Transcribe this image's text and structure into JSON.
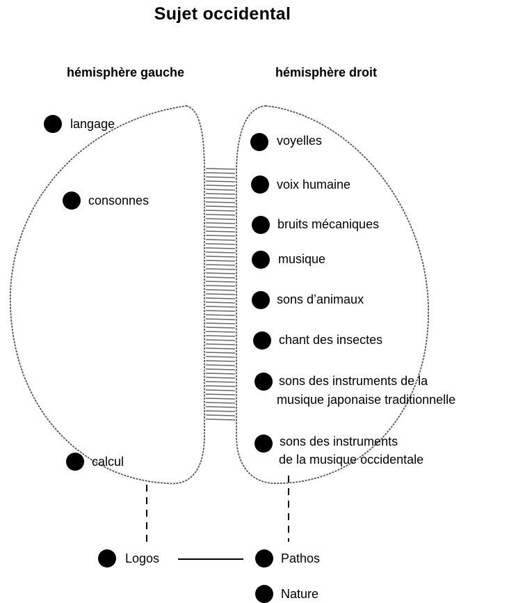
{
  "title": "Sujet occidental",
  "left_hemisphere": {
    "heading": "hémisphère gauche",
    "items": [
      "langage",
      "consonnes",
      "calcul"
    ]
  },
  "right_hemisphere": {
    "heading": "hémisphère droit",
    "items": [
      "voyelles",
      "voix humaine",
      "bruits mécaniques",
      "musique",
      "sons d’animaux",
      "chant des insectes",
      [
        "sons des instruments  de la",
        "musique japonaise traditionnelle"
      ],
      [
        "sons des instruments",
        "de la musique occidentale"
      ]
    ]
  },
  "bottom": {
    "left": "Logos",
    "right": "Pathos",
    "extra": "Nature"
  }
}
